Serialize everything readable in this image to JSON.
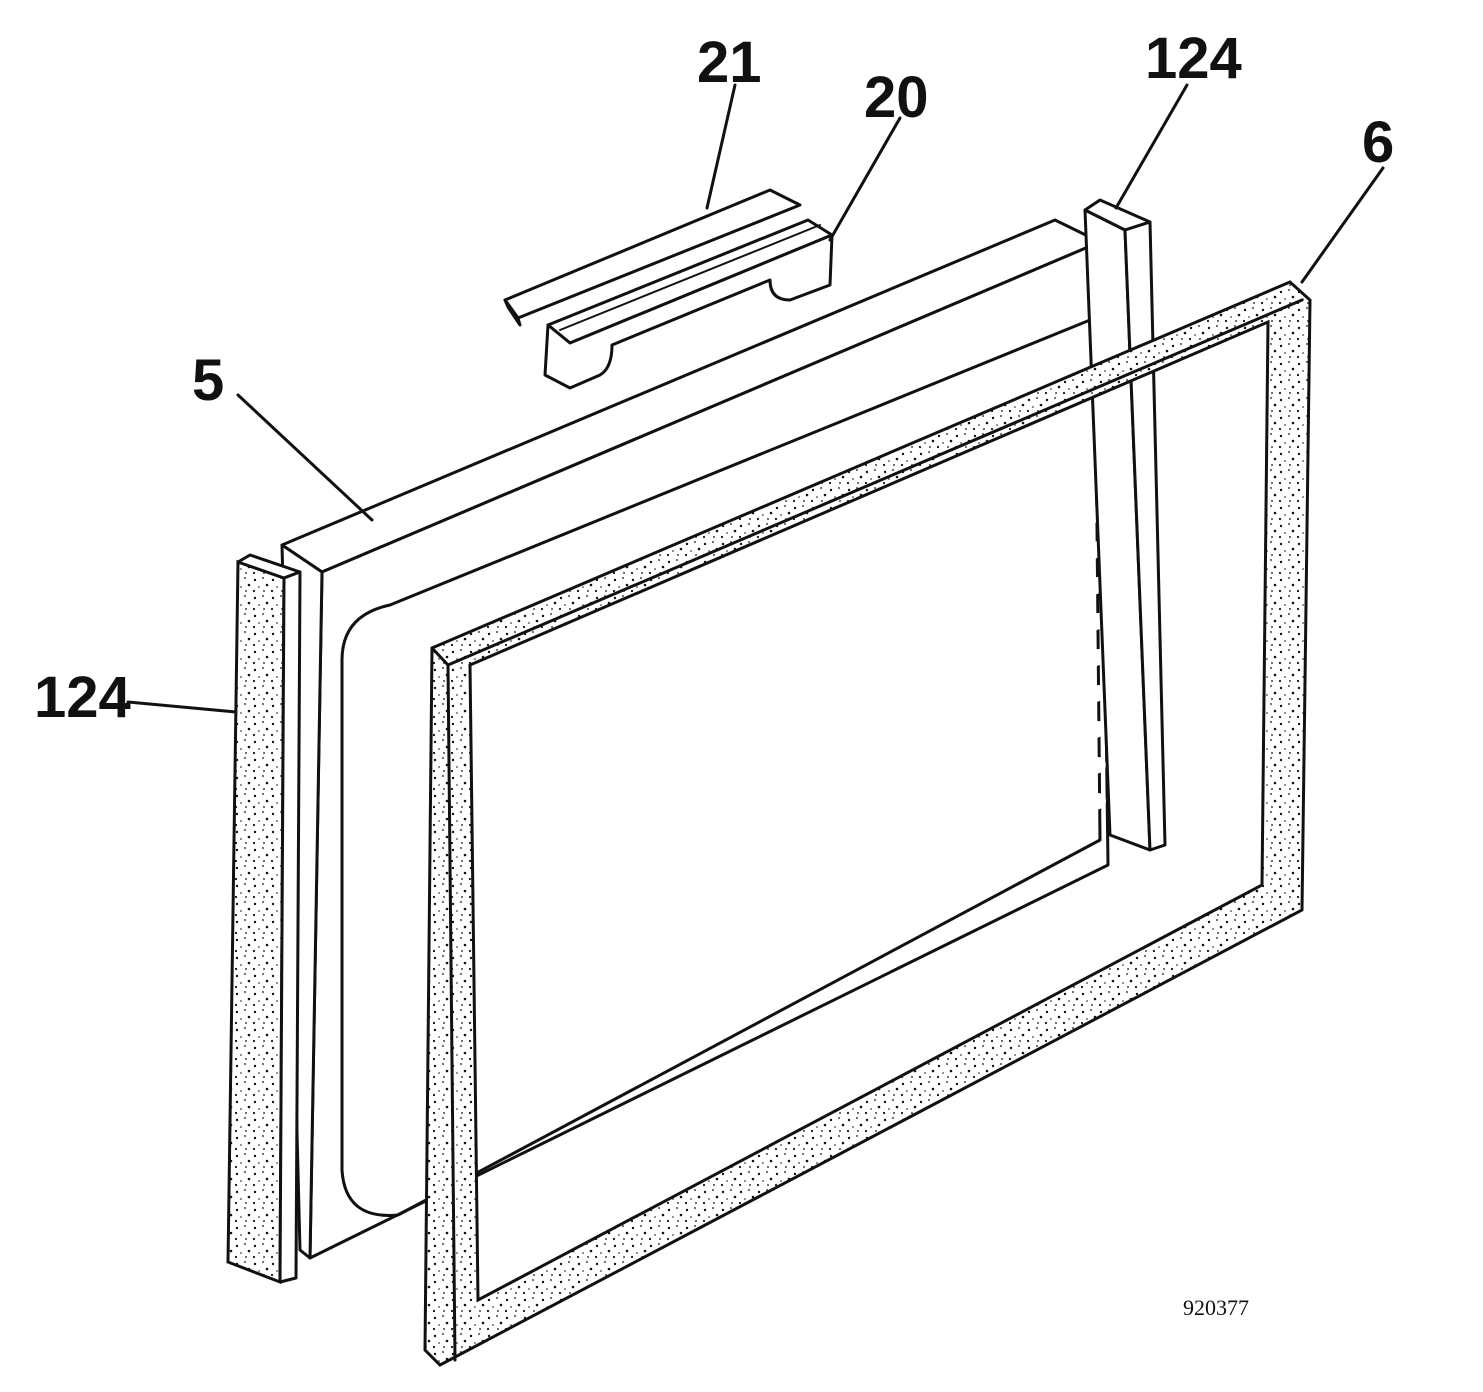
{
  "callouts": {
    "cover_plate": "5",
    "foam_strip_left": "124",
    "foam_strip_right": "124",
    "seal_frame": "6",
    "bracket": "20",
    "clip": "21"
  },
  "reference_number": "920377"
}
